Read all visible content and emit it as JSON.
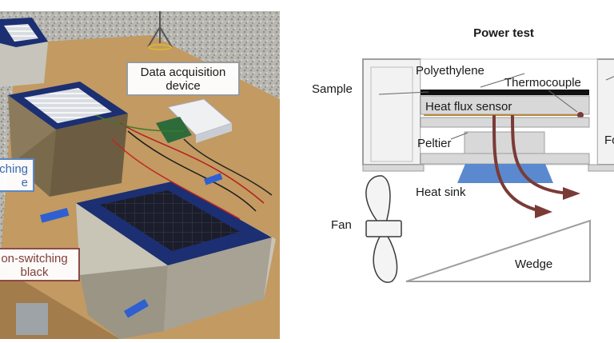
{
  "photo": {
    "callouts": {
      "data_acquisition": "Data acquisition\ndevice",
      "switching": "ching\ne",
      "non_switching": "on-switching\nblack"
    }
  },
  "diagram": {
    "title": "Power test",
    "labels": {
      "polyethylene": "Polyethylene",
      "sample": "Sample",
      "thermocouple": "Thermocouple",
      "heat_flux_sensor": "Heat flux sensor",
      "peltier": "Peltier",
      "heat_sink": "Heat sink",
      "fan": "Fan",
      "wedge": "Wedge",
      "foam_partial": "Fo"
    }
  },
  "colors": {
    "tape_blue": "#1c2f72",
    "wood": "#c29a62",
    "heat_arrow": "#7a3b37",
    "heat_sink": "#5b89cf",
    "switching_border": "#5a88c6",
    "non_switching_border": "#8c4a46"
  }
}
